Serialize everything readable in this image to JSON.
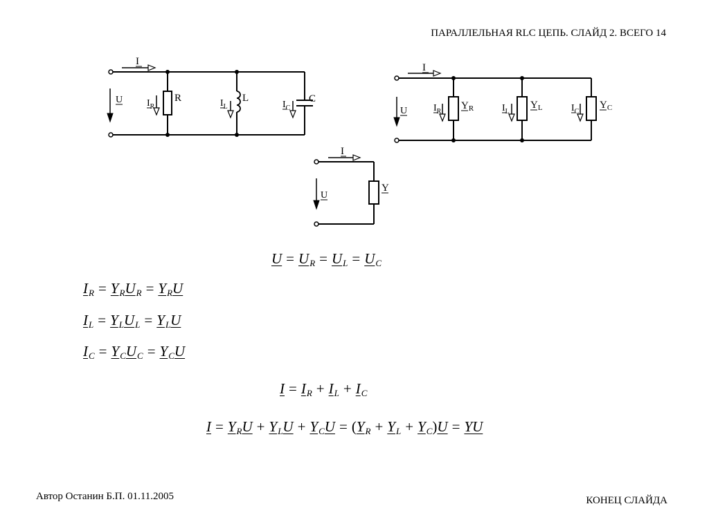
{
  "slide": {
    "title": "ПАРАЛЛЕЛЬНАЯ RLC ЦЕПЬ. СЛАЙД 2. ВСЕГО 14",
    "author": "Автор Останин Б.П. 01.11.2005",
    "end_label": "КОНЕЦ СЛАЙДА"
  },
  "circuit1": {
    "current": "I",
    "voltage": "U",
    "branches": [
      {
        "current": "I",
        "sub": "R",
        "element": "R"
      },
      {
        "current": "I",
        "sub": "L",
        "element": "L"
      },
      {
        "current": "I",
        "sub": "C",
        "element": "C"
      }
    ]
  },
  "circuit2": {
    "current": "I",
    "voltage": "U",
    "branches": [
      {
        "current": "I",
        "sub": "R",
        "element": "Y",
        "element_sub": "R"
      },
      {
        "current": "I",
        "sub": "L",
        "element": "Y",
        "element_sub": "L"
      },
      {
        "current": "I",
        "sub": "C",
        "element": "Y",
        "element_sub": "C"
      }
    ]
  },
  "circuit3": {
    "current": "I",
    "voltage": "U",
    "element": "Y"
  }
}
